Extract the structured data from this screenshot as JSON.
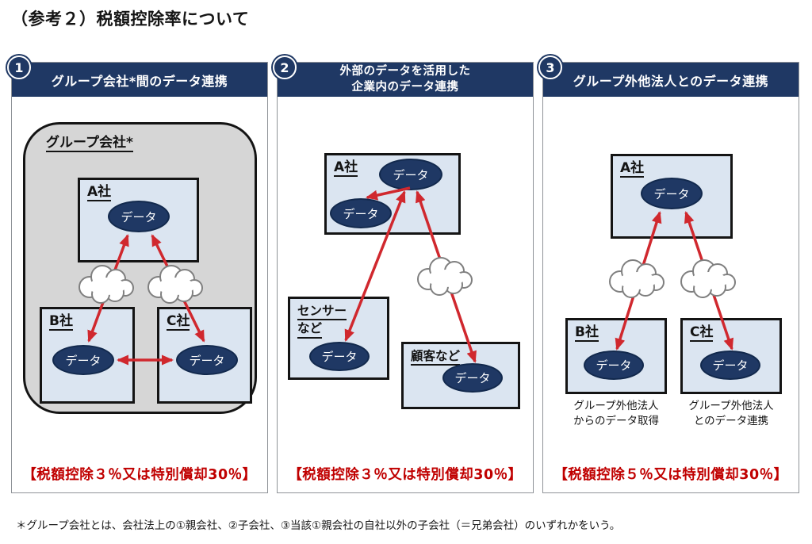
{
  "page": {
    "title": "（参考２）税額控除率について",
    "footnote": "＊グループ会社とは、会社法上の①親会社、②子会社、③当該①親会社の自社以外の子会社（＝兄弟会社）のいずれかをいう。"
  },
  "colors": {
    "header_navy": "#1f3864",
    "company_box_blue": "#dbe5f1",
    "group_box_gray": "#d6d6d6",
    "deduction_red": "#c00000",
    "arrow_red": "#d0282e",
    "cloud_outline": "#7f7f7f"
  },
  "panels": [
    {
      "number": "1",
      "title": "グループ会社*間のデータ連携",
      "group_label": "グループ会社*",
      "company_a": "A社",
      "company_b": "B社",
      "company_c": "C社",
      "data_label": "データ",
      "deduction": "【税額控除３％又は特別償却30％】"
    },
    {
      "number": "2",
      "title_line1": "外部のデータを活用した",
      "title_line2": "企業内のデータ連携",
      "company_a": "A社",
      "sensor_line1": "センサー",
      "sensor_line2": "など",
      "customer_label": "顧客など",
      "data_label": "データ",
      "deduction": "【税額控除３％又は特別償却30％】"
    },
    {
      "number": "3",
      "title": "グループ外他法人とのデータ連携",
      "company_a": "A社",
      "company_b": "B社",
      "company_c": "C社",
      "caption_b_line1": "グループ外他法人",
      "caption_b_line2": "からのデータ取得",
      "caption_c_line1": "グループ外他法人",
      "caption_c_line2": "とのデータ連携",
      "data_label": "データ",
      "deduction": "【税額控除５％又は特別償却30％】"
    }
  ]
}
